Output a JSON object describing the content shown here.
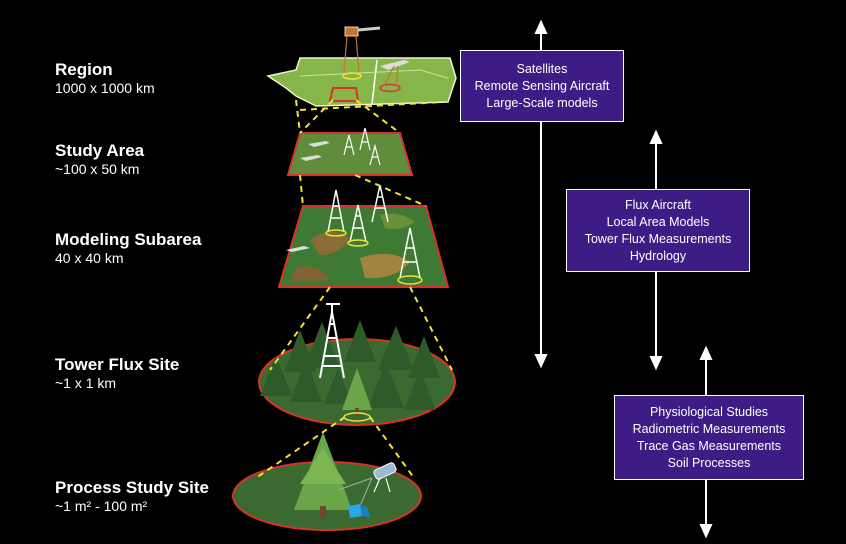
{
  "levels": [
    {
      "name": "Region",
      "size": "1000 x 1000 km"
    },
    {
      "name": "Study Area",
      "size": "~100 x 50 km"
    },
    {
      "name": "Modeling Subarea",
      "size": "40 x 40 km"
    },
    {
      "name": "Tower Flux Site",
      "size": "~1 x 1 km"
    },
    {
      "name": "Process Study Site",
      "size": "~1 m² - 100 m²"
    }
  ],
  "boxes": [
    {
      "lines": [
        "Satellites",
        "Remote Sensing Aircraft",
        "Large-Scale models"
      ]
    },
    {
      "lines": [
        "Flux Aircraft",
        "Local Area Models",
        "Tower Flux Measurements",
        "Hydrology"
      ]
    },
    {
      "lines": [
        "Physiological Studies",
        "Radiometric Measurements",
        "Trace Gas Measurements",
        "Soil Processes"
      ]
    }
  ],
  "colors": {
    "background": "#000000",
    "box_fill": "#3d1c86",
    "connector": "#f2e23a",
    "outline_red": "#d8322a",
    "region_green": "#86b54a",
    "forest_green": "#3f6e34"
  }
}
